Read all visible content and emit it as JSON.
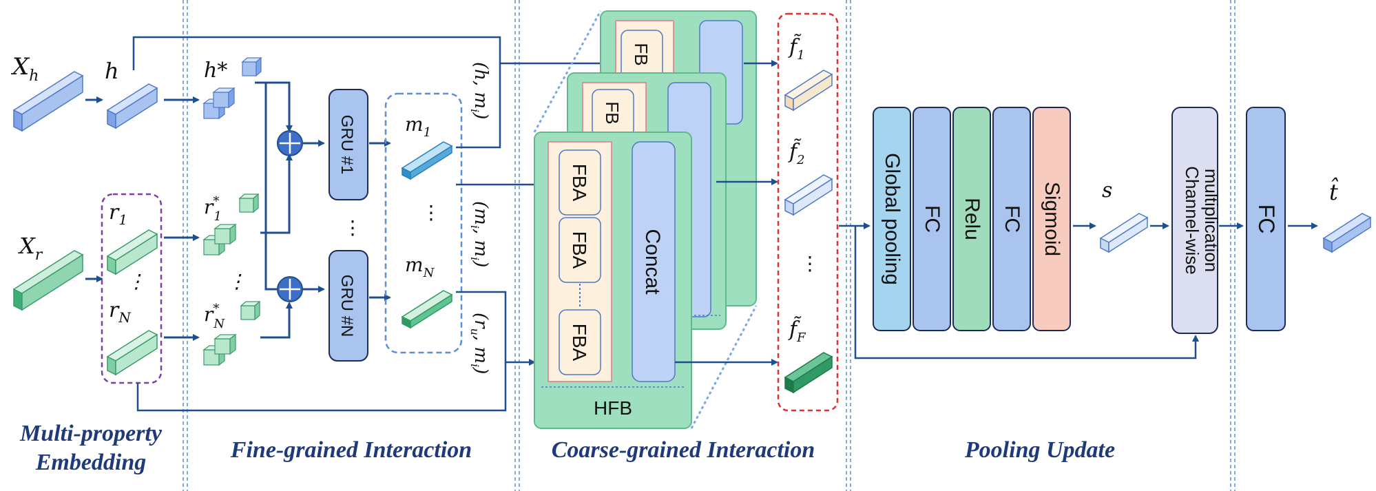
{
  "sections": {
    "s1_line1": "Multi-property",
    "s1_line2": "Embedding",
    "s2": "Fine-grained Interaction",
    "s3": "Coarse-grained Interaction",
    "s4": "Pooling Update"
  },
  "inputs": {
    "xh_main": "X",
    "xh_sub": "h",
    "xr_main": "X",
    "xr_sub": "r",
    "h": "h",
    "h_star": "h*",
    "r1_main": "r",
    "r1_sub": "1",
    "rn_main": "r",
    "rn_sub": "N",
    "r1s_main": "r",
    "r1s_sub": "1",
    "r1s_sup": "*",
    "rns_main": "r",
    "rns_sub": "N",
    "rns_sup": "*",
    "dots": "⋮"
  },
  "gru": {
    "g1": "GRU #1",
    "gn": "GRU #N"
  },
  "memory": {
    "m1_main": "m",
    "m1_sub": "1",
    "mn_main": "m",
    "mn_sub": "N"
  },
  "pairs": {
    "p1": "(h, m",
    "p1_sub": "i",
    "p2": "(m",
    "p2_mid": ", m",
    "p3": "(r",
    "p3_sub": "u",
    "p3_tail": ", m"
  },
  "hfb": {
    "fba": "FBA",
    "fb_partial": "FB",
    "concat": "Concat",
    "hfb_label": "HFB"
  },
  "features": {
    "f1": "f̃",
    "f1_sub": "1",
    "f2": "f̃",
    "f2_sub": "2",
    "ff": "f̃",
    "ff_sub": "F"
  },
  "pool": {
    "global_pooling": "Global pooling",
    "fc": "FC",
    "relu": "Relu",
    "sigmoid": "Sigmoid",
    "s": "s",
    "cw_line1": "Channel-wise",
    "cw_line2": "multiplication",
    "fc_out": "FC",
    "t_hat": "t̂"
  },
  "colors": {
    "arrow": "#1f4e8c",
    "blue_cube": "#a9c3f0",
    "green_cube": "#8fd6b0",
    "green_panel": "#9ddfbf",
    "fba_fill": "#fdf0dc",
    "gru_fill": "#a8c4ef",
    "gp_fill": "#a4d4ee",
    "relu_fill": "#9fdcbb",
    "sigmoid_fill": "#f8cbbf",
    "cw_fill": "#dcdff0"
  }
}
